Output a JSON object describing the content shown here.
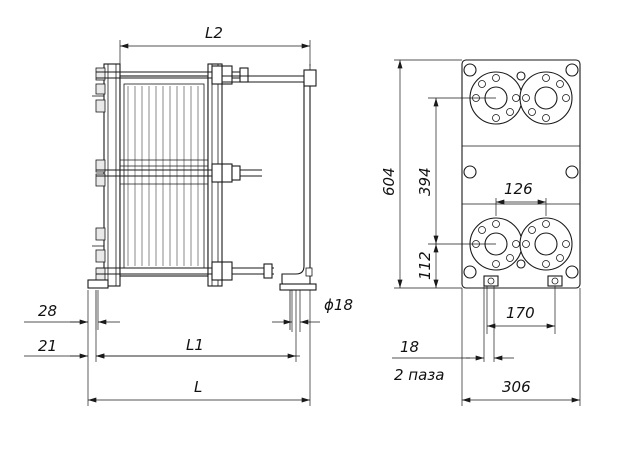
{
  "side_view": {
    "L2": "L2",
    "L1": "L1",
    "L": "L",
    "dim_28": "28",
    "dim_21": "21",
    "dim_phi18": "ϕ18"
  },
  "front_view": {
    "height_604": "604",
    "height_394": "394",
    "height_112": "112",
    "width_126": "126",
    "width_170": "170",
    "width_306": "306",
    "hole_18": "18",
    "holes_note": "2 паза"
  }
}
